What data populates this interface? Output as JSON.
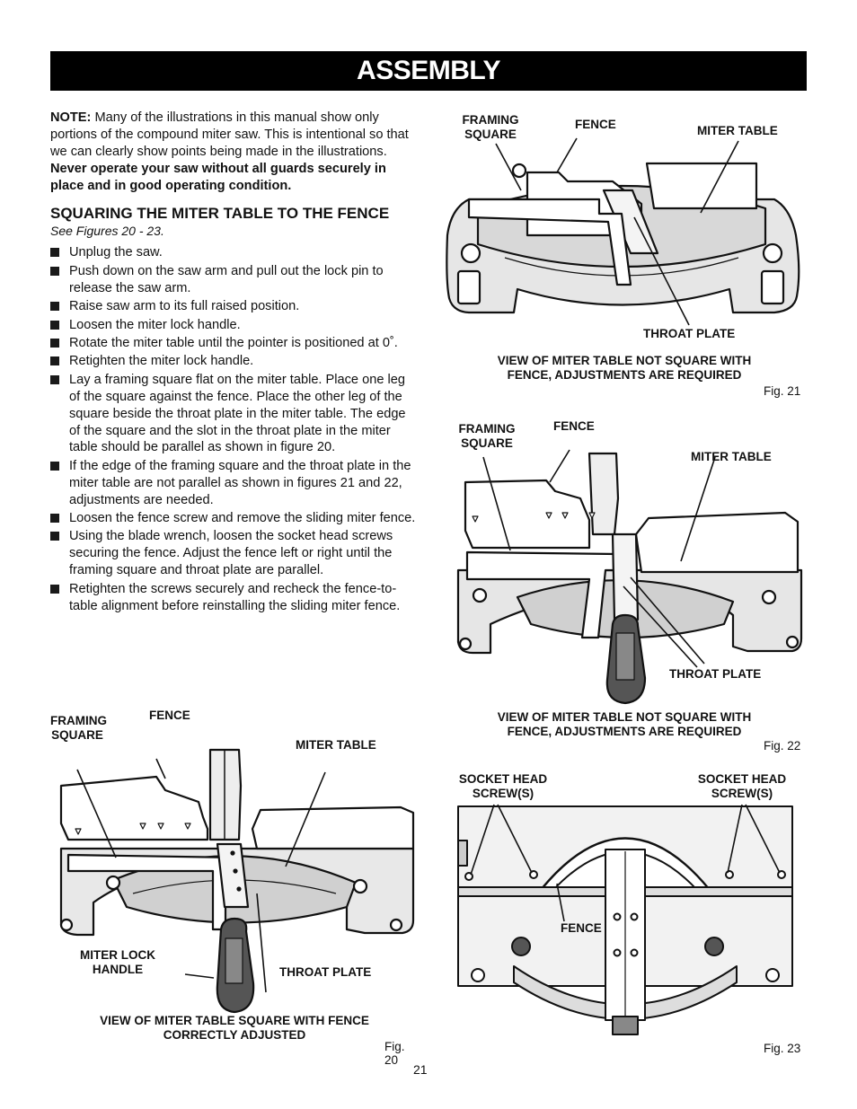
{
  "header": {
    "title": "ASSEMBLY"
  },
  "note": {
    "label": "NOTE:",
    "text": " Many of the illustrations in this manual show only portions of the compound miter saw. This is intentional so that we can clearly show points being made in the illustrations. ",
    "warning": "Never operate your saw without all guards securely in place and in good operating condition."
  },
  "section": {
    "heading": "SQUARING THE MITER TABLE TO THE FENCE",
    "see": "See Figures 20 - 23.",
    "steps": [
      "Unplug the saw.",
      "Push down on the saw arm and pull out the lock pin to release the saw arm.",
      "Raise saw arm to its full raised position.",
      "Loosen the miter lock handle.",
      "Rotate the miter table until the pointer is positioned at 0˚.",
      "Retighten the miter lock handle.",
      "Lay a framing square flat on the miter table. Place one leg of the square against the fence. Place the other leg of the square beside the throat plate in the miter table. The edge of the square and the slot in the throat plate in the miter table should be parallel as shown in figure 20.",
      "If the edge of the framing square and the throat plate in the miter table are not parallel as shown in figures 21 and 22, adjustments are needed.",
      "Loosen the fence screw and remove the sliding miter fence.",
      "Using the blade wrench, loosen the socket head screws securing the fence. Adjust the fence left or right until the framing square and throat plate are parallel.",
      "Retighten the screws securely and recheck the fence-to-table alignment before reinstalling the sliding miter fence."
    ]
  },
  "fig20": {
    "framing_square": "FRAMING\nSQUARE",
    "fence": "FENCE",
    "miter_table": "MITER TABLE",
    "miter_lock_handle": "MITER LOCK\nHANDLE",
    "throat_plate": "THROAT PLATE",
    "caption": "VIEW OF MITER TABLE SQUARE WITH FENCE CORRECTLY ADJUSTED",
    "number": "Fig. 20"
  },
  "fig21": {
    "framing_square": "FRAMING\nSQUARE",
    "fence": "FENCE",
    "miter_table": "MITER TABLE",
    "throat_plate": "THROAT PLATE",
    "caption": "VIEW OF MITER TABLE NOT SQUARE WITH FENCE, ADJUSTMENTS ARE REQUIRED",
    "number": "Fig. 21"
  },
  "fig22": {
    "framing_square": "FRAMING\nSQUARE",
    "fence": "FENCE",
    "miter_table": "MITER TABLE",
    "throat_plate": "THROAT PLATE",
    "caption": "VIEW OF MITER TABLE NOT SQUARE WITH FENCE, ADJUSTMENTS ARE REQUIRED",
    "number": "Fig. 22"
  },
  "fig23": {
    "socket_left": "SOCKET HEAD\nSCREW(S)",
    "socket_right": "SOCKET HEAD\nSCREW(S)",
    "fence": "FENCE",
    "number": "Fig. 23"
  },
  "footer": {
    "page": "21"
  }
}
